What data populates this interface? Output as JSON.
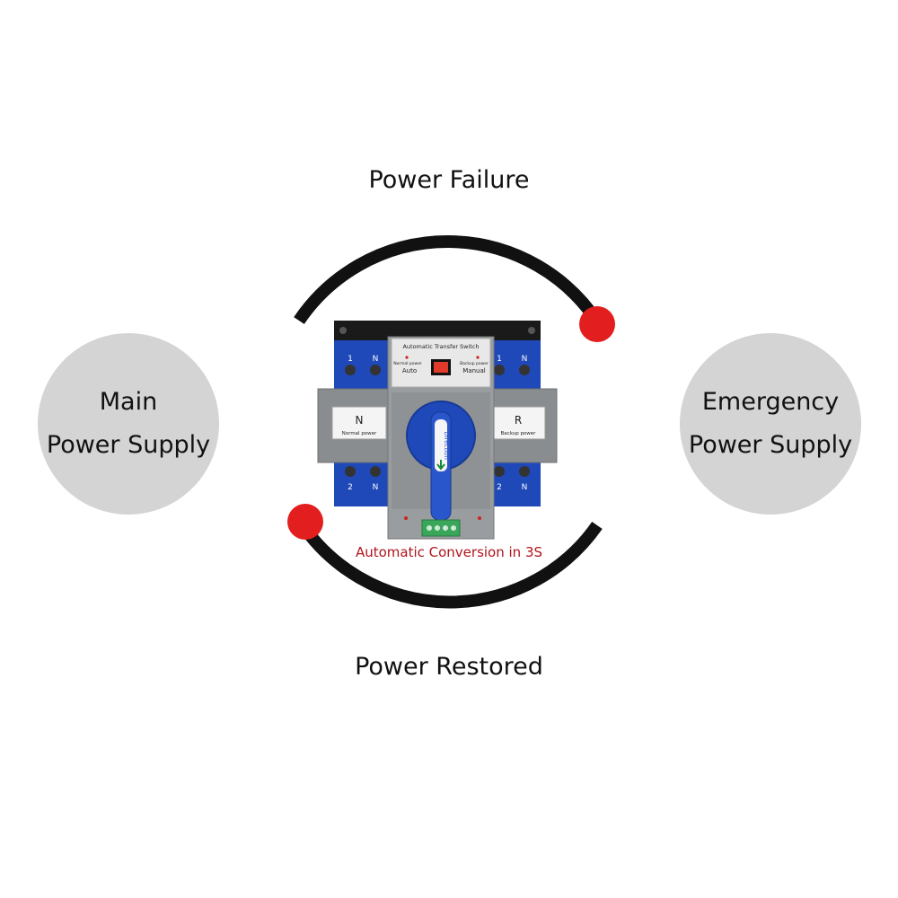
{
  "diagram": {
    "top_label": "Power Failure",
    "bottom_label": "Power Restored",
    "main_node": {
      "line1": "Main",
      "line2": "Power Supply"
    },
    "emergency_node": {
      "line1": "Emergency",
      "line2": "Power Supply"
    },
    "caption": "Automatic Conversion in 3S"
  },
  "device": {
    "title": "Automatic Transfer Switch",
    "normal_power_label": "Normal power",
    "auto_label": "Auto",
    "backup_power_label": "Backup power",
    "manual_label": "Manual",
    "left_plate_letter": "N",
    "left_plate_text": "Normal power",
    "right_plate_letter": "R",
    "right_plate_text": "Backup power",
    "knob_text": "Direction",
    "terminal_top_left": [
      "1",
      "N"
    ],
    "terminal_top_right": [
      "1",
      "N"
    ],
    "terminal_bottom_left": [
      "2",
      "N"
    ],
    "terminal_bottom_right": [
      "2",
      "N"
    ]
  },
  "colors": {
    "accent_dot": "#e21e1e",
    "ring": "#111111",
    "node_fill": "#d4d4d4",
    "caption_red": "#b0141c",
    "switch_blue": "#1f49b8",
    "housing_gray": "#8a8d90"
  }
}
